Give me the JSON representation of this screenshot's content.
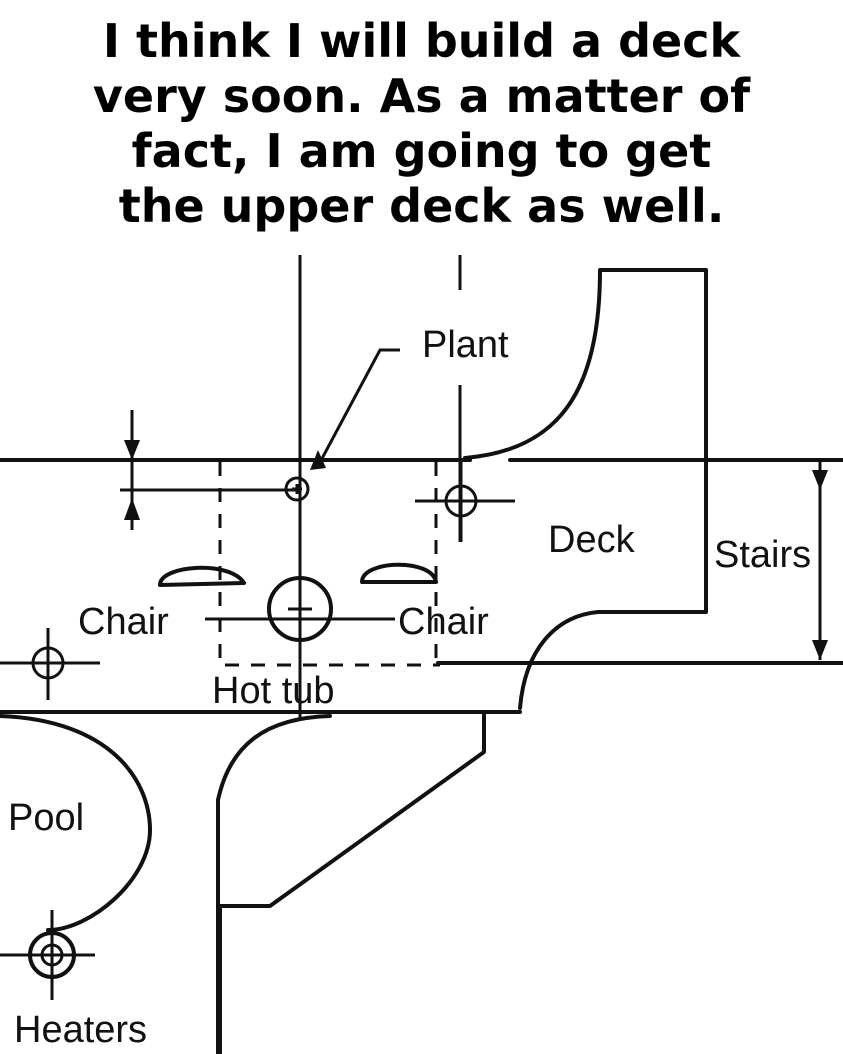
{
  "caption": {
    "line1": "I think I will build a deck",
    "line2": "very soon.  As a matter of",
    "line3": "fact, I am going to get",
    "line4": "the upper deck as well."
  },
  "labels": {
    "plant": "Plant",
    "deck": "Deck",
    "stairs": "Stairs",
    "chair_left": "Chair",
    "chair_right": "Chair",
    "hot_tub": "Hot tub",
    "pool": "Pool",
    "heaters": "Heaters"
  }
}
